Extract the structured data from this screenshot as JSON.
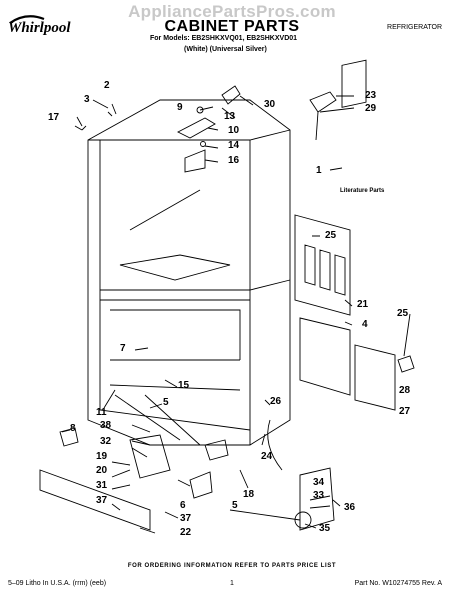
{
  "watermark": "AppliancePartsPros.com",
  "brand": "Whirlpool",
  "title": "CABINET PARTS",
  "category": "REFRIGERATOR",
  "models_line": "For Models: EB2SHKXVQ01, EB2SHKXVD01",
  "variants_line": "(White)     (Universal Silver)",
  "literature_label": "Literature Parts",
  "callouts": {
    "c1": "1",
    "c2": "2",
    "c3": "3",
    "c4": "4",
    "c5a": "5",
    "c5b": "5",
    "c6": "6",
    "c7": "7",
    "c8": "8",
    "c9": "9",
    "c10": "10",
    "c11": "11",
    "c13": "13",
    "c14": "14",
    "c15": "15",
    "c16": "16",
    "c17": "17",
    "c18": "18",
    "c19": "19",
    "c20": "20",
    "c21": "21",
    "c22": "22",
    "c23": "23",
    "c24": "24",
    "c25a": "25",
    "c25b": "25",
    "c26": "26",
    "c27": "27",
    "c28": "28",
    "c29": "29",
    "c30": "30",
    "c31": "31",
    "c32": "32",
    "c33": "33",
    "c34": "34",
    "c35": "35",
    "c36": "36",
    "c37a": "37",
    "c37b": "37",
    "c38": "38"
  },
  "order_note": "FOR ORDERING INFORMATION REFER TO PARTS PRICE LIST",
  "footer": {
    "left": "5–09 Litho In U.S.A. (rrm) (eeb)",
    "page": "1",
    "part": "Part No. W10274755 Rev. A"
  }
}
